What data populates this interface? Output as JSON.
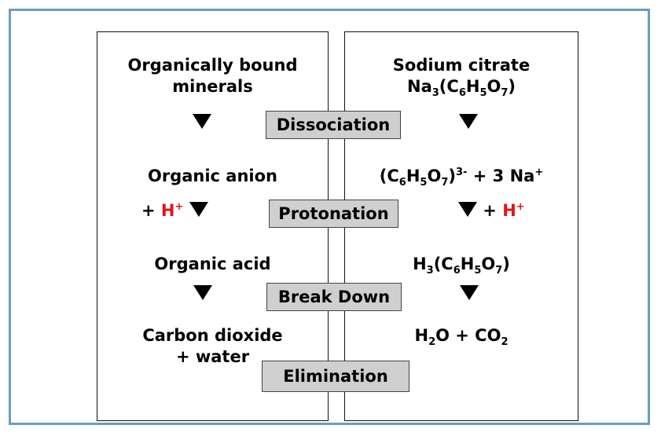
{
  "left": {
    "minerals": [
      "Organically bound",
      "minerals"
    ],
    "anion": "Organic anion",
    "h_prefix": "+ ",
    "h": "H",
    "h_charge": "+",
    "acid": "Organic acid",
    "end": [
      "Carbon dioxide",
      "+ water"
    ]
  },
  "steps": {
    "dissociation": "Dissociation",
    "protonation": "Protonation",
    "breakdown": "Break Down",
    "elimination": "Elimination"
  },
  "right": {
    "salt_name": "Sodium citrate",
    "salt_formula": {
      "na": "Na",
      "na_n": "3",
      "open": "(C",
      "c_n": "6",
      "h": "H",
      "h_n": "5",
      "o": "O",
      "o_n": "7",
      "close": ")"
    },
    "ions": {
      "open": "(C",
      "c_n": "6",
      "h": "H",
      "h_n": "5",
      "o": "O",
      "o_n": "7",
      "close": ")",
      "charge": "3-",
      "plus": " +  3 Na",
      "na_charge": "+"
    },
    "h_prefix": " + ",
    "h": "H",
    "h_charge": "+",
    "acid": {
      "h": "H",
      "h_n": "3",
      "open": "(C",
      "c_n": "6",
      "hh": "H",
      "hh_n": "5",
      "o": "O",
      "o_n": "7",
      "close": ")"
    },
    "products": {
      "h": "H",
      "h_n": "2",
      "mid": "O + CO",
      "co_n": "2"
    }
  },
  "colors": {
    "frame": "#6a9ec1",
    "step_fill": "#cfcfcf",
    "hydrogen": "#e0141e"
  }
}
